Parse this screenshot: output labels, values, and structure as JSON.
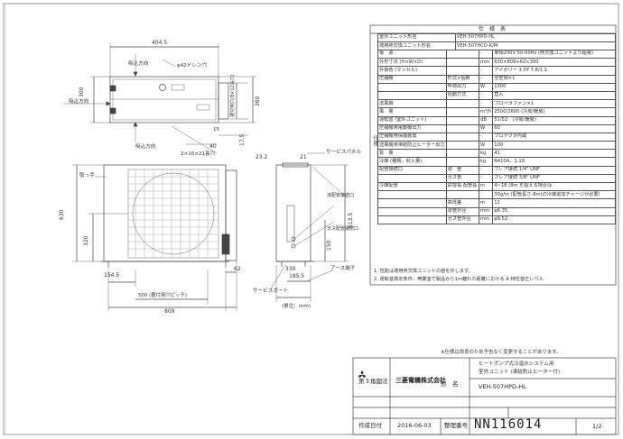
{
  "drawing": {
    "width_label": "404.5",
    "discharge_top_label": "吸込方向",
    "drain_label": "φ42ドレン穴",
    "discharge_left_label": "吸込方向",
    "height_300_label": "300",
    "height_360_label": "360",
    "mount_hole_label": "据付用穴(8×12長穴)",
    "bottom_15_label": "15",
    "discharge_bottom_label": "吸込方向",
    "dim_40_label": "40",
    "dim_slot_label": "2×10×21長穴",
    "dim_175_label": "17.5",
    "handle_label": "取っ手",
    "height_630_label": "630",
    "height_320_label": "320",
    "dim_1545_label": "154.5",
    "dim_500_label": "500 (据付用穴ピッチ)",
    "dim_62_label": "62",
    "width_809_label": "809",
    "dim_232_label": "23.2",
    "dim_21_label": "21",
    "service_panel_label": "サービスパネル",
    "liquid_pipe_label": "液配管接続口",
    "gas_pipe_label": "ガス配管接続口",
    "dim_6135_label": "613.5",
    "dim_330_label": "330",
    "dim_1855_label": "185.5",
    "dim_150_label": "150",
    "earth_label": "アース端子",
    "service_port_label": "サービスポート",
    "unit_label": "(単位：mm)"
  },
  "spec": {
    "title": "仕　様　表",
    "model_row_label": "室外ユニット形名",
    "model_row_value": "VEH-507HPD-HL",
    "heat_ex_label": "適用熱交換ユニット形名",
    "heat_ex_value": "VEH-507HCD-K/M",
    "side_label": "仕様",
    "rows": [
      {
        "c1": "電　源",
        "c2": "",
        "unit": "-",
        "val": "単相200V 50-60Hz (熱交換ユニットより給電)"
      },
      {
        "c1": "外形寸法 (H×W×D)",
        "c2": "",
        "unit": "mm",
        "val": "630×809+62×300"
      },
      {
        "c1": "外装色 (マンセル)",
        "c2": "",
        "unit": "-",
        "val": "アイボリー 3.0Y 7.8/1.1"
      },
      {
        "c1": "圧縮機",
        "c2": "形式×個数",
        "unit": "-",
        "val": "全密閉×1"
      },
      {
        "c1": "",
        "c2": "呼称出力",
        "unit": "W",
        "val": "1300"
      },
      {
        "c1": "",
        "c2": "始動方式",
        "unit": "-",
        "val": "直入"
      },
      {
        "c1": "送風機",
        "c2": "",
        "unit": "-",
        "val": "プロペラファン×1"
      },
      {
        "c1": "風　量",
        "c2": "",
        "unit": "m³/h",
        "val": "2500/2600 (冷房/暖房)"
      },
      {
        "c1": "運転音 (室外ユニット)",
        "c2": "",
        "unit": "dB",
        "val": "51/52　(冷房/暖房)"
      },
      {
        "c1": "圧縮機用電動機出力",
        "c2": "",
        "unit": "W",
        "val": "60"
      },
      {
        "c1": "圧縮機用保護装置",
        "c2": "",
        "unit": "-",
        "val": "プロテクタ内蔵"
      },
      {
        "c1": "送風機用凍結防止ヒーター出力",
        "c2": "",
        "unit": "W",
        "val": "100"
      },
      {
        "c1": "質　量",
        "c2": "",
        "unit": "kg",
        "val": "41"
      },
      {
        "c1": "冷媒 (種類、封入量)",
        "c2": "",
        "unit": "kg",
        "val": "R410A、1.18"
      },
      {
        "c1": "配管接続口",
        "c2": "液　管",
        "unit": "-",
        "val": "フレア接続 1/4\" UNF"
      },
      {
        "c1": "",
        "c2": "ガス管",
        "unit": "-",
        "val": "フレア接続 3/8\" UNF"
      },
      {
        "c1": "冷媒配管",
        "c2": "許容長 配管長",
        "unit": "m",
        "val": "4~18 (8m を超える場合は"
      },
      {
        "c1": "",
        "c2": "",
        "unit": "",
        "val": "30g/m (配管長さ-8m)の冷媒追加チャージが必要)"
      },
      {
        "c1": "",
        "c2": "高低差",
        "unit": "m",
        "val": "12"
      },
      {
        "c1": "",
        "c2": "液管外径",
        "unit": "mm",
        "val": "φ6.35"
      },
      {
        "c1": "",
        "c2": "ガス管外径",
        "unit": "mm",
        "val": "φ9.52"
      }
    ],
    "note1": "1. 性能は適用熱交換ユニットの値を示します。",
    "note2": "2. 運転音測定条件：無響室で製品から1m離れた距離における A 特性音圧レベル"
  },
  "title_block": {
    "change_note": "※仕様は改良のため予告なく変更することがあります。",
    "angle_label": "第３角図法",
    "company": "三菱電機株式会社",
    "product_desc_1": "ヒートポンプ式冷温水システム用",
    "product_desc_2": "室外ユニット (凍結防止ヒーター付)",
    "model_label": "形　名",
    "model_value": "VEH-507HPD-HL",
    "date_label": "作成日付",
    "date_value": "2016-06-03",
    "doc_no_label": "整理番号",
    "doc_no_value": "NN116014",
    "page_value": "1/2"
  }
}
